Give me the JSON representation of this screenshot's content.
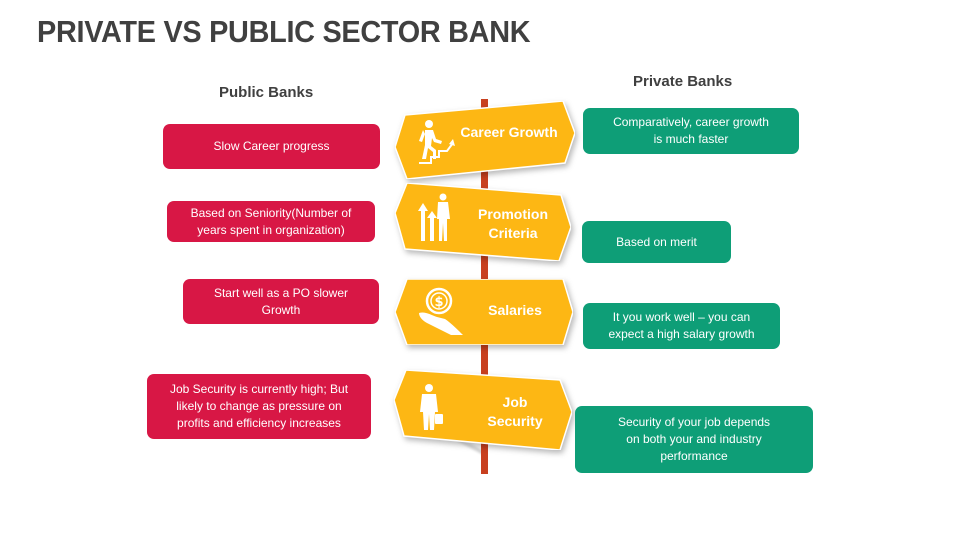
{
  "title": "PRIVATE VS PUBLIC SECTOR BANK",
  "columns": {
    "public": "Public Banks",
    "private": "Private Banks"
  },
  "colors": {
    "public": "#d81745",
    "private": "#0e9e77",
    "sign": "#fdb714",
    "pole": "#c8401f",
    "title": "#404040"
  },
  "rows": [
    {
      "criterion": "Career Growth",
      "icon": "person-climbing-stairs-icon",
      "public": "Slow Career progress",
      "private": "Comparatively, career growth\nis much faster"
    },
    {
      "criterion": "Promotion\nCriteria",
      "icon": "businessman-arrows-up-icon",
      "public": "Based on Seniority(Number of\nyears spent in organization)",
      "private": "Based on merit"
    },
    {
      "criterion": "Salaries",
      "icon": "hand-holding-coin-icon",
      "public": "Start well as a PO slower\nGrowth",
      "private": "It you work well – you can\nexpect a high salary growth"
    },
    {
      "criterion": "Job\nSecurity",
      "icon": "businessman-briefcase-icon",
      "public": "Job Security is currently high; But\nlikely to change as pressure on\nprofits and efficiency increases",
      "private": "Security of your job depends\non both your and industry\nperformance"
    }
  ]
}
